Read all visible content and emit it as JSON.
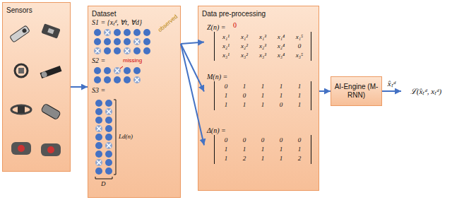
{
  "diagram": {
    "nodes": [
      {
        "text": [
          "Sensors"
        ]
      },
      {
        "text": [
          "Dataset"
        ]
      },
      {
        "text": [
          "Data pre-processing"
        ]
      },
      {
        "text": [
          "Z(n) =",
          "x₁¹",
          "x₁²",
          "x₁³",
          "x₁⁴",
          "x₁⁵",
          "x₂¹",
          "x₂²",
          "x₂³",
          "x₂⁴",
          "0",
          "x₃¹",
          "x₃²",
          "x₃³",
          "x₃⁴",
          "x₃⁵"
        ],
        "in": 2
      },
      {
        "text": [
          "M(n) =",
          "0",
          "1",
          "1",
          "1",
          "1",
          "1",
          "0",
          "1",
          "1",
          "1",
          "1",
          "1",
          "1",
          "0",
          "1"
        ],
        "in": 2
      },
      {
        "text": [
          "Δ(n) =",
          "0",
          "0",
          "0",
          "0",
          "0",
          "1",
          "1",
          "1",
          "1",
          "1",
          "1",
          "2",
          "1",
          "1",
          "2"
        ],
        "in": 2
      },
      {
        "text": [
          "AI-Engine (M-RNN)"
        ]
      },
      {
        "text": [
          "ℒ(x̂ₜᵈ, xₜᵈ)"
        ]
      }
    ],
    "edges": [
      {
        "from": 0,
        "to": 1,
        "arrow": "to"
      },
      {
        "from": 1,
        "to": 3,
        "arrow": "to"
      },
      {
        "from": 1,
        "to": 4,
        "arrow": "to"
      },
      {
        "from": 1,
        "to": 5,
        "arrow": "to"
      },
      {
        "from": 2,
        "to": 6,
        "arrow": "to"
      },
      {
        "from": 6,
        "to": 7,
        "label": "x̂ₜᵈ",
        "arrow": "to"
      }
    ],
    "labels": [
      "S1 = {xₜᵈ, ∀t, ∀d}",
      "observed",
      "S2 =",
      "missing",
      "S3 =",
      "Ld(n)",
      "D",
      "0"
    ]
  }
}
